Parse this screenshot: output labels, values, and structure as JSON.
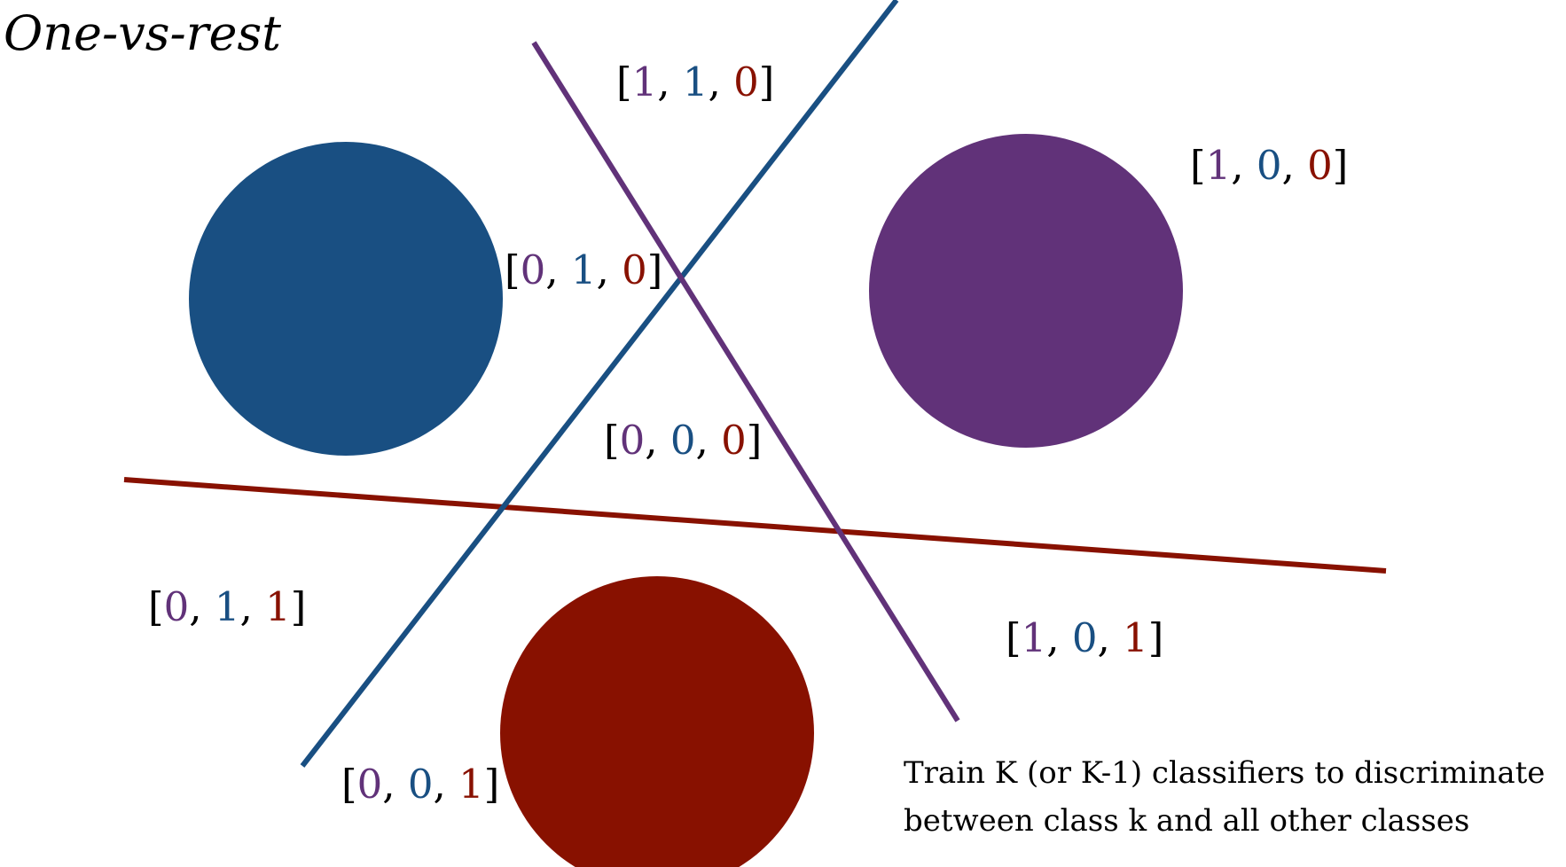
{
  "title": "One-vs-rest",
  "colors": {
    "class_1": "#613279",
    "class_2": "#194f82",
    "class_3": "#881100",
    "text": "#000000"
  },
  "classes": [
    {
      "name": "class_1",
      "color": "#613279"
    },
    {
      "name": "class_2",
      "color": "#194f82"
    },
    {
      "name": "class_3",
      "color": "#881100"
    }
  ],
  "region_labels": [
    {
      "name": "region-110",
      "digits": [
        "1",
        "1",
        "0"
      ]
    },
    {
      "name": "region-100",
      "digits": [
        "1",
        "0",
        "0"
      ]
    },
    {
      "name": "region-010",
      "digits": [
        "0",
        "1",
        "0"
      ]
    },
    {
      "name": "region-000",
      "digits": [
        "0",
        "0",
        "0"
      ]
    },
    {
      "name": "region-011",
      "digits": [
        "0",
        "1",
        "1"
      ]
    },
    {
      "name": "region-101",
      "digits": [
        "1",
        "0",
        "1"
      ]
    },
    {
      "name": "region-001",
      "digits": [
        "0",
        "0",
        "1"
      ]
    }
  ],
  "caption": {
    "line1": "Train K (or K-1) classifiers to discriminate",
    "line2": "between class k and all other classes"
  }
}
